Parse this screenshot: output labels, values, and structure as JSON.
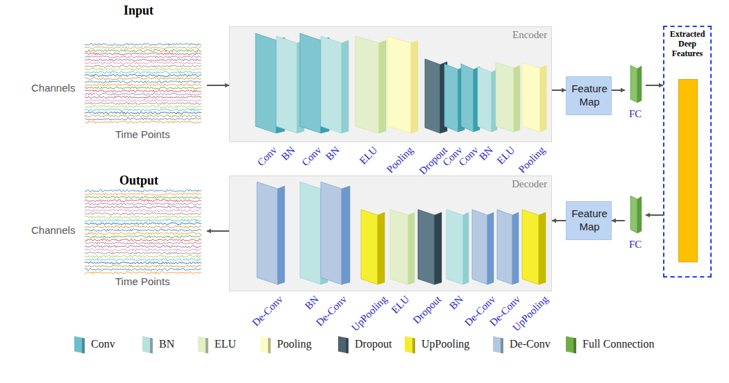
{
  "diagram": {
    "nodes": [
      {
        "text": [
          "Input",
          "Channels",
          "Time Points"
        ]
      },
      {
        "text": [
          "Encoder"
        ]
      },
      {
        "text": [
          "Feature Map"
        ]
      },
      {
        "text": [
          "FC"
        ]
      },
      {
        "text": [
          "Extracted Deep Features"
        ]
      },
      {
        "text": [
          "FC"
        ]
      },
      {
        "text": [
          "Feature Map"
        ]
      },
      {
        "text": [
          "Decoder"
        ]
      },
      {
        "text": [
          "Output",
          "Channels",
          "Time Points"
        ]
      }
    ],
    "edges": [
      {
        "from": 0,
        "to": 1,
        "arrow": "to"
      },
      {
        "from": 1,
        "to": 2,
        "arrow": "to"
      },
      {
        "from": 2,
        "to": 3,
        "arrow": "to"
      },
      {
        "from": 3,
        "to": 4,
        "arrow": "to"
      },
      {
        "from": 4,
        "to": 5,
        "arrow": "to"
      },
      {
        "from": 5,
        "to": 6,
        "arrow": "to"
      },
      {
        "from": 6,
        "to": 7,
        "arrow": "to"
      },
      {
        "from": 7,
        "to": 8,
        "arrow": "to"
      }
    ],
    "labels": [
      "Conv",
      "BN",
      "Conv",
      "BN",
      "ELU",
      "Pooling",
      "Dropout",
      "Conv",
      "Conv",
      "BN",
      "ELU",
      "Pooling",
      "De-Conv",
      "BN",
      "De-Conv",
      "UpPooling",
      "ELU",
      "Dropout",
      "BN",
      "De-Conv",
      "De-Conv",
      "UpPooling"
    ],
    "legend": [
      {
        "text": "Conv",
        "color": "#6cc0cc"
      },
      {
        "text": "BN",
        "color": "#b7e1e1"
      },
      {
        "text": "ELU",
        "color": "#e2efc7"
      },
      {
        "text": "Pooling",
        "color": "#fdfbc4"
      },
      {
        "text": "Dropout",
        "color": "#4e6570"
      },
      {
        "text": "UpPooling",
        "color": "#f4ee2a"
      },
      {
        "text": "De-Conv",
        "color": "#b2c8e0"
      },
      {
        "text": "Full Connection",
        "color": "#70ad47"
      }
    ]
  }
}
